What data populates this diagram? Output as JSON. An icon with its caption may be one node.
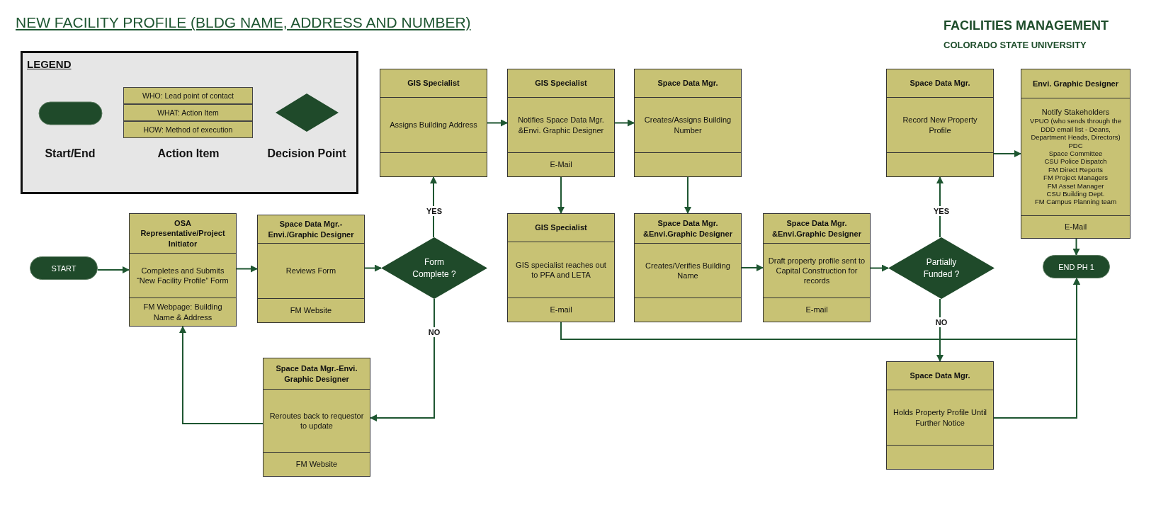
{
  "diagram": {
    "title": "NEW FACILITY PROFILE (BLDG NAME, ADDRESS AND NUMBER)",
    "nodes": [
      {
        "text": [
          "START"
        ]
      },
      {
        "text": [
          "OSA Representative/Project Initiator",
          "Completes and Submits “New Facility Profile” Form",
          "FM Webpage: Building Name & Address"
        ]
      },
      {
        "text": [
          "Space Data Mgr.- Envi./Graphic Designer",
          "Reviews Form",
          "FM Website"
        ]
      },
      {
        "text": [
          "Form Complete ?"
        ]
      },
      {
        "text": [
          "GIS Specialist",
          "Assigns Building Address"
        ]
      },
      {
        "text": [
          "GIS Specialist",
          "Notifies Space Data Mgr. &Envi. Graphic Designer",
          "E-Mail"
        ]
      },
      {
        "text": [
          "Space Data Mgr.",
          "Creates/Assigns Building Number"
        ]
      },
      {
        "text": [
          "GIS Specialist",
          "GIS specialist reaches out to PFA and LETA",
          "E-mail"
        ]
      },
      {
        "text": [
          "Space Data Mgr. &Envi.Graphic Designer",
          "Creates/Verifies Building Name"
        ]
      },
      {
        "text": [
          "Space Data Mgr. &Envi.Graphic Designer",
          "Draft property profile sent to Capital Construction for records",
          "E-mail"
        ]
      },
      {
        "text": [
          "Partially Funded ?"
        ]
      },
      {
        "text": [
          "Space Data Mgr.",
          "Record New Property Profile"
        ]
      },
      {
        "text": [
          "Envi. Graphic Designer",
          "Notify Stakeholders",
          "VPUO (who sends through the DDD email list - Deans, Department Heads, Directors)",
          "PDC",
          "Space Committee",
          "CSU Police Dispatch",
          "FM Direct Reports",
          "FM Project Managers",
          "FM Asset Manager",
          "CSU Building Dept.",
          "FM Campus Planning team",
          "E-Mail"
        ]
      },
      {
        "text": [
          "END PH 1"
        ]
      },
      {
        "text": [
          "Space Data Mgr.",
          "Holds Property Profile Until Further Notice"
        ]
      },
      {
        "text": [
          "Space Data Mgr.-Envi. Graphic Designer",
          "Reroutes back to requestor to update",
          "FM Website"
        ]
      }
    ],
    "edges": [
      {
        "from": 0,
        "to": 1,
        "arrow": "to"
      },
      {
        "from": 1,
        "to": 2,
        "arrow": "to"
      },
      {
        "from": 2,
        "to": 3,
        "arrow": "to"
      },
      {
        "from": 3,
        "to": 4,
        "arrow": "to",
        "label": "YES"
      },
      {
        "from": 3,
        "to": 15,
        "arrow": "to",
        "label": "NO"
      },
      {
        "from": 15,
        "to": 1,
        "arrow": "to"
      },
      {
        "from": 4,
        "to": 5,
        "arrow": "to"
      },
      {
        "from": 5,
        "to": 6,
        "arrow": "to"
      },
      {
        "from": 5,
        "to": 7,
        "arrow": "to"
      },
      {
        "from": 6,
        "to": 8,
        "arrow": "to"
      },
      {
        "from": 8,
        "to": 9,
        "arrow": "to"
      },
      {
        "from": 9,
        "to": 10,
        "arrow": "to"
      },
      {
        "from": 10,
        "to": 11,
        "arrow": "to",
        "label": "YES"
      },
      {
        "from": 10,
        "to": 14,
        "arrow": "to",
        "label": "NO"
      },
      {
        "from": 11,
        "to": 12,
        "arrow": "to"
      },
      {
        "from": 12,
        "to": 13,
        "arrow": "to"
      },
      {
        "from": 7,
        "to": 13,
        "arrow": "to"
      },
      {
        "from": 14,
        "to": 13,
        "arrow": "to"
      }
    ],
    "labels": [
      "FACILITIES MANAGEMENT",
      "COLORADO STATE UNIVERSITY",
      "LEGEND",
      "WHO: Lead point of contact",
      "WHAT: Action Item",
      "HOW: Method of execution"
    ],
    "legend": [
      {
        "text": "Start/End"
      },
      {
        "text": "Action Item"
      },
      {
        "text": "Decision Point"
      }
    ]
  }
}
